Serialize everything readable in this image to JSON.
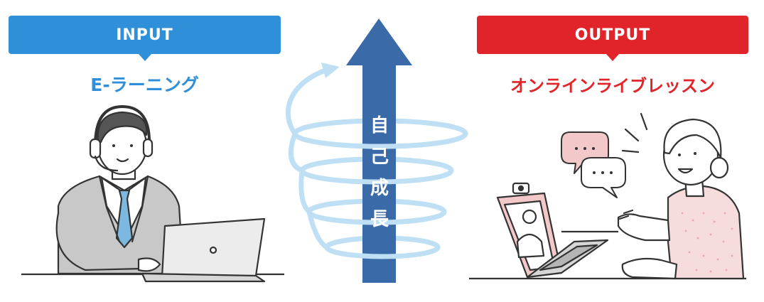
{
  "input_panel": {
    "banner_label": "INPUT",
    "subtitle": "E-ラーニング",
    "color": "#2f8fd8"
  },
  "output_panel": {
    "banner_label": "OUTPUT",
    "subtitle": "オンラインライブレッスン",
    "color": "#e1242a"
  },
  "growth_arrow": {
    "label_chars": [
      "自",
      "己",
      "成",
      "長"
    ],
    "arrow_color": "#3a6aa8",
    "spiral_color": "#bfe0f4"
  },
  "illustrations": {
    "left": "businessman-with-headset-at-laptop-icon",
    "right": "woman-video-call-on-laptop-icon"
  },
  "speech_bubbles": [
    "...",
    "..."
  ]
}
